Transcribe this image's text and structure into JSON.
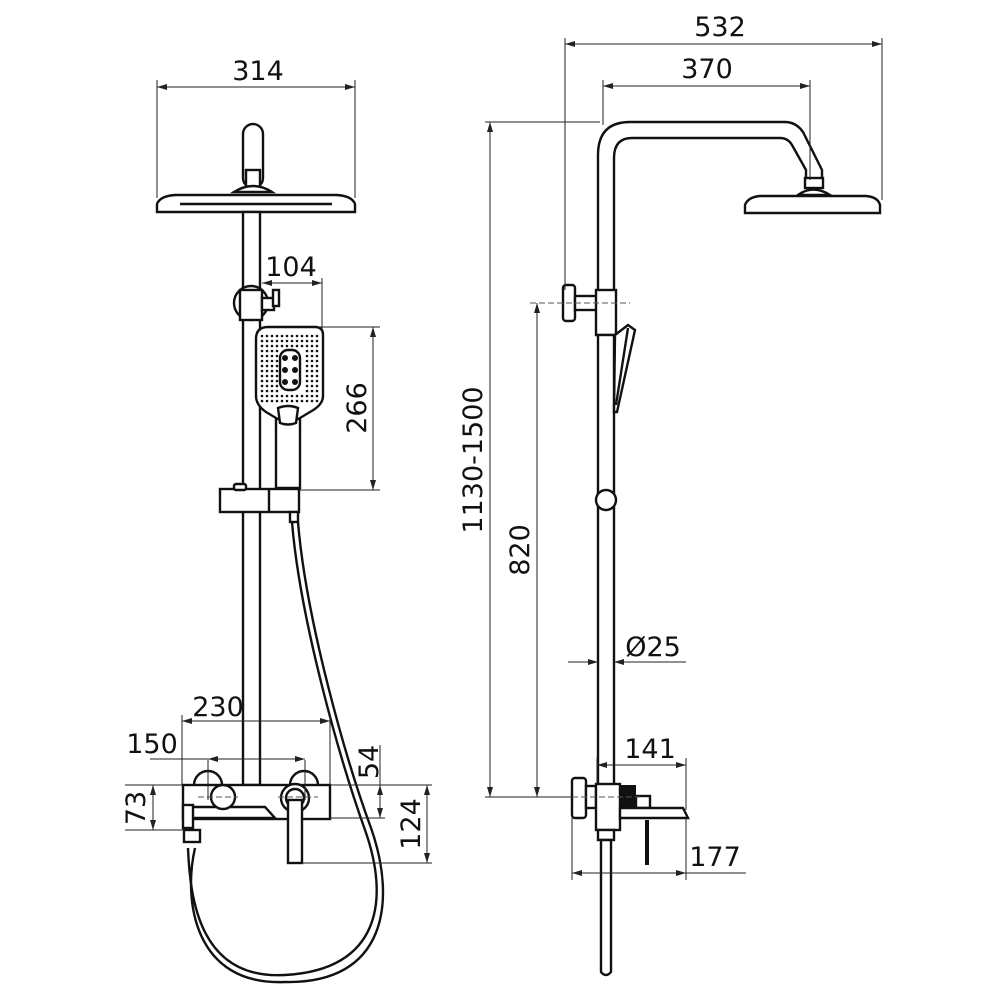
{
  "title": "Shower system dimension drawing",
  "units": "mm",
  "front_view": {
    "head_width": "314",
    "hand_shower_offset": "104",
    "hand_shower_height": "266",
    "mixer_outer": "230",
    "mixer_centers": "150",
    "mixer_height": "54",
    "lever_height": "124",
    "outlet_height": "73"
  },
  "side_view": {
    "total_projection": "532",
    "arm_reach": "370",
    "height_range": "1130-1500",
    "rod_height": "820",
    "rod_diameter": "Ø25",
    "spout_reach": "141",
    "mixer_depth": "177"
  }
}
